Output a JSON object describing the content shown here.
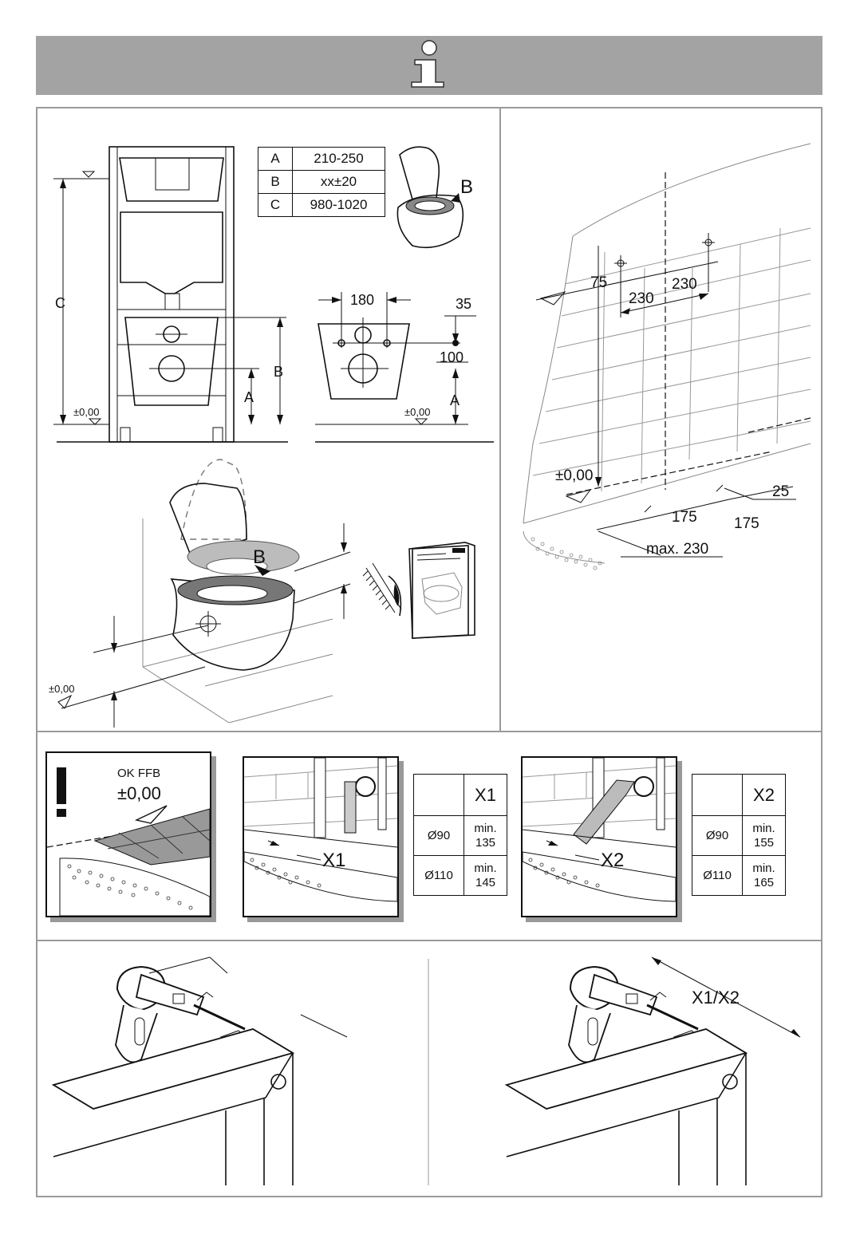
{
  "header": {
    "icon": "info-icon",
    "bg_color": "#a3a3a3"
  },
  "dims_table": {
    "rows": [
      {
        "key": "A",
        "value": "210-250"
      },
      {
        "key": "B",
        "value": "xx±20"
      },
      {
        "key": "C",
        "value": "980-1020"
      }
    ]
  },
  "frame_drawing": {
    "label_c": "C",
    "label_b": "B",
    "label_a": "A",
    "zero": "±0,00"
  },
  "bowl_view": {
    "d180": "180",
    "d35": "35",
    "d100": "100",
    "label_a": "A",
    "zero": "±0,00"
  },
  "seat_label": "B",
  "wall_plan": {
    "d75": "75",
    "d230a": "230",
    "d230b": "230",
    "zero": "±0,00",
    "d25": "25",
    "d175a": "175",
    "d175b": "175",
    "max": "max. 230"
  },
  "seat_drawing": {
    "label_b": "B",
    "zero": "±0,00"
  },
  "floor_panel": {
    "ok": "OK FFB",
    "zero": "±0,00"
  },
  "x1": {
    "label": "X1",
    "table": {
      "header": "X1",
      "rows": [
        {
          "dia": "Ø90",
          "min": "min.",
          "val": "135"
        },
        {
          "dia": "Ø110",
          "min": "min.",
          "val": "145"
        }
      ]
    }
  },
  "x2": {
    "label": "X2",
    "table": {
      "header": "X2",
      "rows": [
        {
          "dia": "Ø90",
          "min": "min.",
          "val": "155"
        },
        {
          "dia": "Ø110",
          "min": "min.",
          "val": "165"
        }
      ]
    }
  },
  "bottom_right_label": "X1/X2"
}
